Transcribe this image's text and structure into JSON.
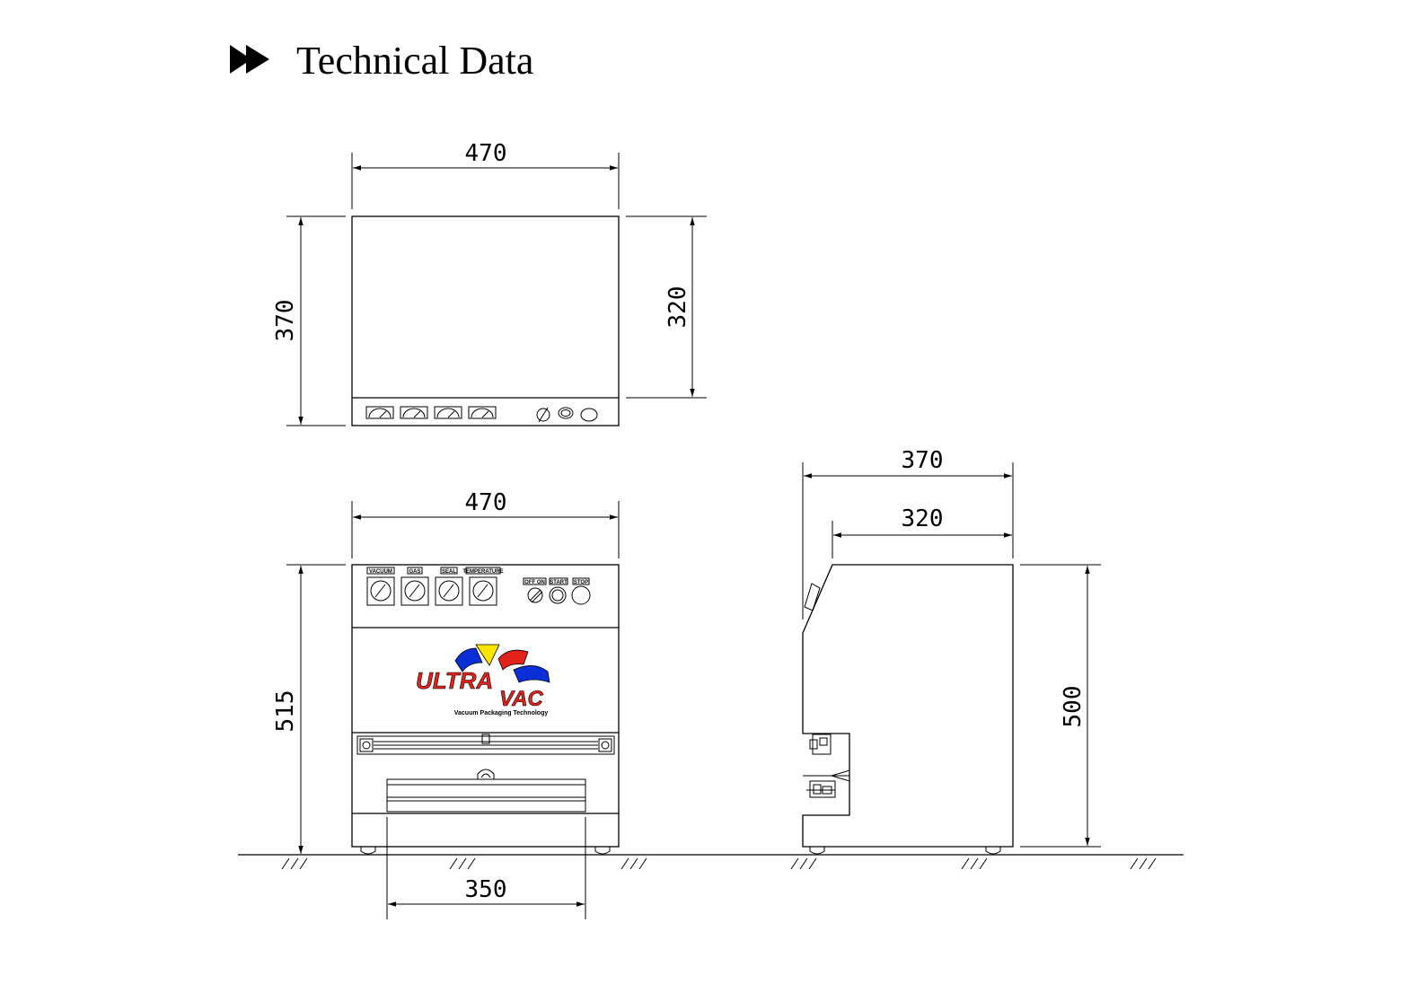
{
  "title": "Technical Data",
  "colors": {
    "line": "#000000",
    "logo_red": "#e2231a",
    "logo_blue": "#0b2fd6",
    "logo_yellow": "#ffe600"
  },
  "icons": {
    "title_bullet": "double-right-arrow-icon"
  },
  "top_view": {
    "width_dim": "470",
    "depth_dim": "370",
    "lid_dim": "320"
  },
  "front_view": {
    "width_dim": "470",
    "height_dim": "515",
    "drawer_dim": "350",
    "gauge_labels": [
      "VACUUM",
      "GAS",
      "SEAL",
      "TEMPERATURE"
    ],
    "switch_labels": [
      "OFF  ON",
      "START",
      "STOP"
    ],
    "logo": {
      "line1": "ULTRA",
      "line2": "VAC",
      "tagline": "Vacuum Packaging Technology"
    }
  },
  "side_view": {
    "depth_dim": "370",
    "lid_dim": "320",
    "height_dim": "500"
  }
}
